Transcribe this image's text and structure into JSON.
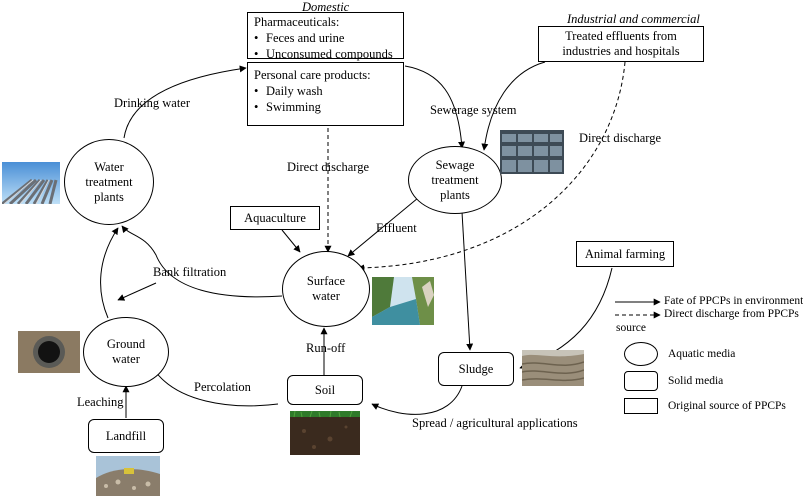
{
  "domestic": {
    "title": "Domestic",
    "pharma": {
      "title": "Pharmaceuticals:",
      "items": [
        "Feces and urine",
        "Unconsumed compounds"
      ]
    },
    "personal": {
      "title": "Personal care products:",
      "items": [
        "Daily wash",
        "Swimming"
      ]
    }
  },
  "industrial": {
    "title": "Industrial and commercial",
    "box_text": "Treated effluents from industries and hospitals"
  },
  "nodes": {
    "water_treatment": "Water treatment plants",
    "sewage_treatment": "Sewage treatment plants",
    "surface_water": "Surface water",
    "ground_water": "Ground water",
    "aquaculture": "Aquaculture",
    "animal_farming": "Animal farming",
    "soil": "Soil",
    "sludge": "Sludge",
    "landfill": "Landfill"
  },
  "edge_labels": {
    "drinking_water": "Drinking water",
    "sewerage_system": "Sewerage system",
    "direct_discharge_domestic": "Direct discharge",
    "direct_discharge_industrial": "Direct discharge",
    "effluent": "Effluent",
    "bank_filtration": "Bank filtration",
    "run_off": "Run-off",
    "percolation": "Percolation",
    "leaching": "Leaching",
    "spread": "Spread / agricultural applications"
  },
  "legend": {
    "fate": "Fate of PPCPs in environment",
    "direct": "Direct discharge from PPCPs",
    "direct_cont": "source",
    "aquatic": "Aquatic media",
    "solid": "Solid media",
    "original": "Original source of PPCPs"
  },
  "photos": {
    "pipes": "pipes-photo",
    "sewage_tanks": "sewage-tanks-photo",
    "river_gorge": "river-gorge-photo",
    "sludge_field": "sludge-field-photo",
    "soil_grass": "soil-grass-photo",
    "well": "well-photo",
    "landfill_site": "landfill-site-photo"
  }
}
